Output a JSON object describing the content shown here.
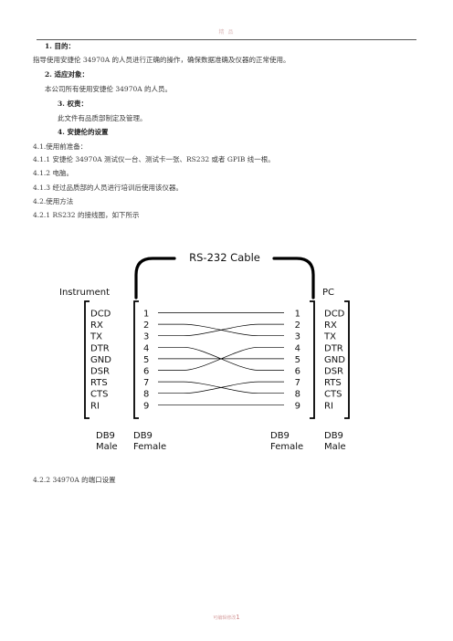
{
  "header": {
    "watermark": "精 品"
  },
  "doc": {
    "l1": "1. 目的：",
    "l2": "指导使用安捷伦 34970A 的人员进行正确的操作，确保数据准确及仪器的正常使用。",
    "l3": "2. 适应对象：",
    "l4": "本公司所有使用安捷伦 34970A 的人员。",
    "l5": "3. 权责：",
    "l6": "此文件有品质部制定及管理。",
    "l7": "4. 安捷伦的设置",
    "l8": "4.1.使用前准备：",
    "l9": "4.1.1 安捷伦 34970A 测试仪一台、测试卡一张、RS232 或者 GPIB 线一根。",
    "l10": "4.1.2 电脑。",
    "l11": "4.1.3 经过品质部的人员进行培训后使用该仪器。",
    "l12": "4.2.使用方法",
    "l13": "4.2.1 RS232 的接线图，如下所示",
    "l14": "4.2.2 34970A 的端口设置"
  },
  "figure": {
    "cable_label": "RS-232 Cable",
    "left_title": "Instrument",
    "right_title": "PC",
    "signals": [
      "DCD",
      "RX",
      "TX",
      "DTR",
      "GND",
      "DSR",
      "RTS",
      "CTS",
      "RI"
    ],
    "pins": [
      "1",
      "2",
      "3",
      "4",
      "5",
      "6",
      "7",
      "8",
      "9"
    ],
    "left_bottom": [
      "DB9",
      "Male"
    ],
    "mid_left_bottom": [
      "DB9",
      "Female"
    ],
    "mid_right_bottom": [
      "DB9",
      "Female"
    ],
    "right_bottom": [
      "DB9",
      "Male"
    ],
    "wiring": [
      [
        1,
        1
      ],
      [
        2,
        3
      ],
      [
        3,
        2
      ],
      [
        4,
        6
      ],
      [
        5,
        5
      ],
      [
        6,
        4
      ],
      [
        7,
        8
      ],
      [
        8,
        7
      ],
      [
        9,
        9
      ]
    ]
  },
  "footer": {
    "text": "可编辑修改",
    "page": "1"
  }
}
